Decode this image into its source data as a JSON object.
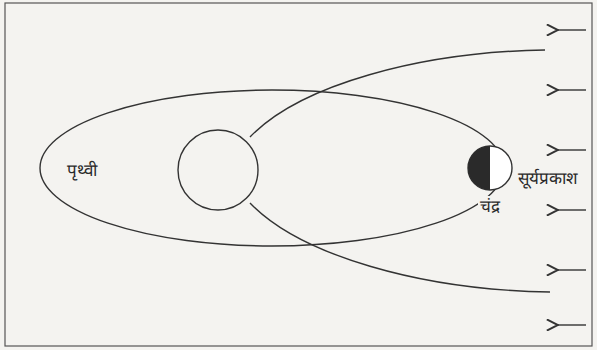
{
  "diagram": {
    "labels": [
      "पृथ्वी",
      "चंद्र",
      "सूर्यप्रकाश"
    ]
  }
}
